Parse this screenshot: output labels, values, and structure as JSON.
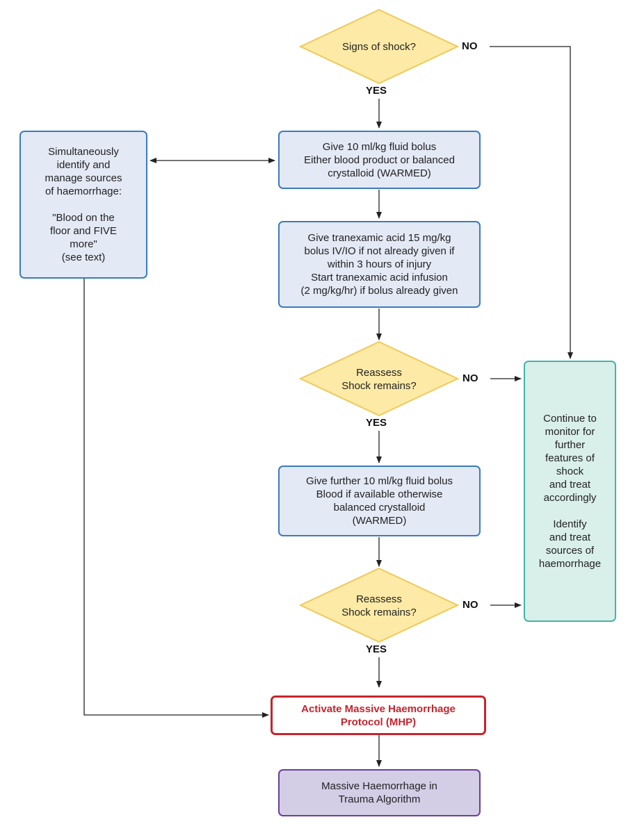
{
  "nodes": {
    "signs_of_shock": "Signs of shock?",
    "give_bolus": [
      "Give 10 ml/kg fluid bolus",
      "Either blood product or balanced",
      "crystalloid (WARMED)"
    ],
    "simultaneously": [
      "Simultaneously",
      "identify and",
      "manage sources",
      "of haemorrhage:"
    ],
    "blood_on_floor": [
      "\"Blood on the",
      "floor and FIVE",
      "more\"",
      "(see text)"
    ],
    "tranexamic": [
      "Give tranexamic acid 15 mg/kg",
      "bolus IV/IO if not already given if",
      "within 3 hours of injury",
      "Start tranexamic acid infusion",
      "(2 mg/kg/hr) if bolus already given"
    ],
    "reassess": [
      "Reassess",
      "Shock remains?"
    ],
    "further_bolus": [
      "Give further 10 ml/kg fluid bolus",
      "Blood if available otherwise",
      "balanced crystalloid",
      "(WARMED)"
    ],
    "continue_monitor": [
      "Continue to",
      "monitor for",
      "further",
      "features of",
      "shock",
      "and treat",
      "accordingly"
    ],
    "identify_treat": [
      "Identify",
      "and treat",
      "sources of",
      "haemorrhage"
    ],
    "activate_mhp": [
      "Activate Massive Haemorrhage",
      "Protocol (MHP)"
    ],
    "mh_algorithm": [
      "Massive Haemorrhage in",
      "Trauma Algorithm"
    ]
  },
  "labels": {
    "yes": "YES",
    "no": "NO"
  },
  "colors": {
    "diamond_fill": "#fdeaa6",
    "diamond_border": "#f0c95a",
    "blue_fill": "#e3e9f5",
    "blue_border": "#3a7bbf",
    "teal_fill": "#d9efea",
    "teal_border": "#45b3a8",
    "red": "#c8232c",
    "purple_fill": "#d3cde6",
    "purple_border": "#6b3f97",
    "line": "#222222"
  }
}
